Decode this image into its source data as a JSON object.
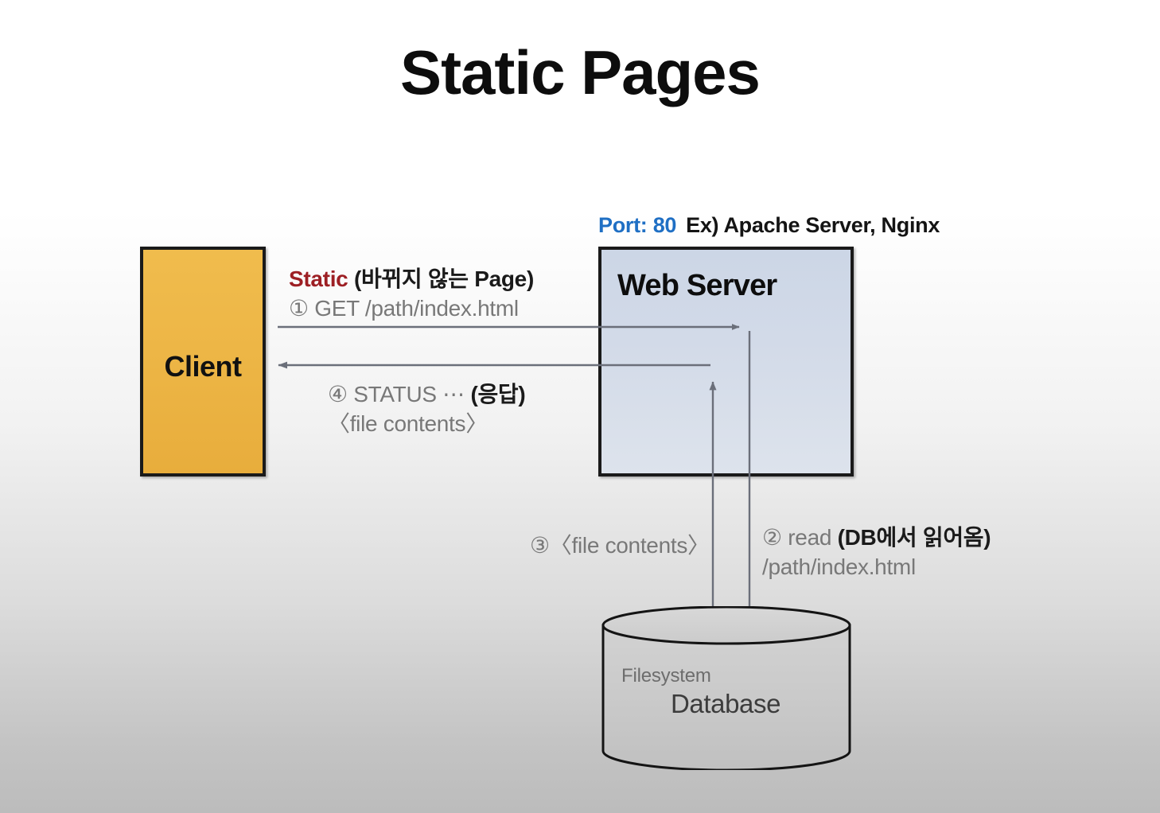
{
  "slide": {
    "title": "Static Pages",
    "background_top": "#ffffff",
    "background_bottom": "#bcbcbc"
  },
  "nodes": {
    "client": {
      "label": "Client",
      "fill": "#eeb646",
      "border": "#1a1a1a"
    },
    "web_server": {
      "label": "Web Server",
      "fill": "#d2dae8",
      "border": "#1a1a1a",
      "port_label": "Port: 80",
      "port_color": "#1f6fc4",
      "example_label": "Ex) Apache Server, Nginx"
    },
    "database": {
      "line1": "Filesystem",
      "line2": "Database",
      "fill": "#c7c7c7",
      "border": "#141414"
    }
  },
  "annotations": {
    "request": {
      "tag": "Static",
      "tag_color": "#9d1f24",
      "tag_note": "(바뀌지 않는 Page)",
      "step": "① GET /path/index.html"
    },
    "response": {
      "step": "④ STATUS ⋯ ",
      "step_note": "(응답)",
      "detail": "〈file contents〉"
    },
    "file_contents": {
      "step": "③〈file contents〉"
    },
    "read": {
      "step": "② read ",
      "step_note": "(DB에서 읽어옴)",
      "detail": "/path/index.html"
    }
  },
  "arrow_color": "#6b6f7a"
}
